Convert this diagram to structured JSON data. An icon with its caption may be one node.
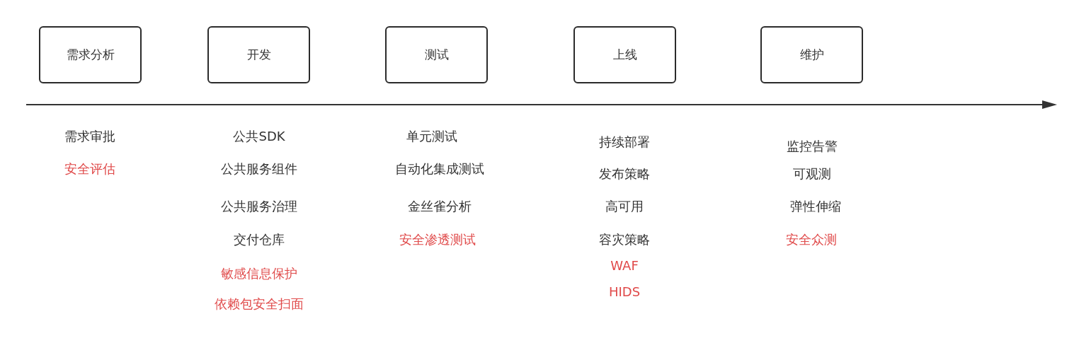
{
  "diagram": {
    "nodes": [
      {
        "text": [
          "需求分析"
        ]
      },
      {
        "text": [
          "开发"
        ]
      },
      {
        "text": [
          "测试"
        ]
      },
      {
        "text": [
          "上线"
        ]
      },
      {
        "text": [
          "维护"
        ]
      }
    ],
    "labels": [
      "需求审批",
      "安全评估",
      "公共SDK",
      "公共服务组件",
      "公共服务治理",
      "交付仓库",
      "敏感信息保护",
      "依赖包安全扫面",
      "单元测试",
      "自动化集成测试",
      "金丝雀分析",
      "安全渗透测试",
      "持续部署",
      "发布策略",
      "高可用",
      "容灾策略",
      "WAF",
      "HIDS",
      "监控告警",
      "可观测",
      "弹性伸缩",
      "安全众测"
    ]
  }
}
